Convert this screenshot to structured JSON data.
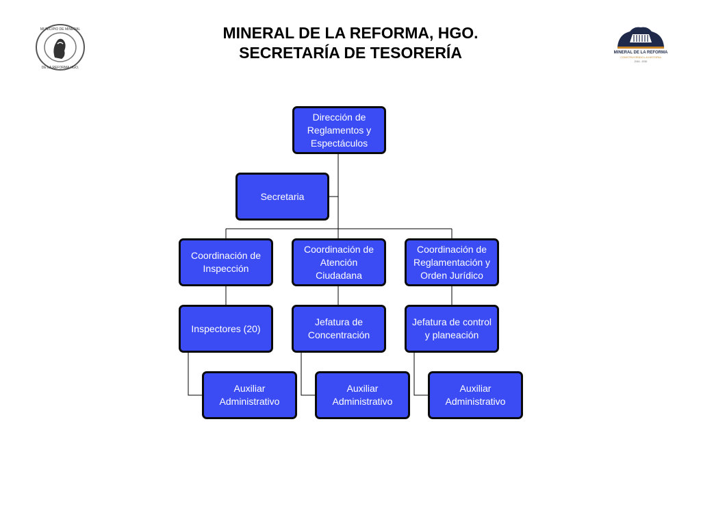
{
  "header": {
    "title_line1": "MINERAL DE LA REFORMA, HGO.",
    "title_line2": "SECRETARÍA DE TESORERÍA"
  },
  "logos": {
    "left": {
      "icon": "municipal-seal-icon",
      "text": "MUNICIPIO DE MINERAL DE LA REFORMA HGO."
    },
    "right": {
      "icon": "mineral-de-la-reforma-logo-icon",
      "text": "MINERAL DE LA REFORMA",
      "subtext": "CONSTRUYENDO LA HISTORIA",
      "years": "2016 - 2020"
    }
  },
  "colors": {
    "box_fill": "#3b4cf5",
    "box_border": "#0a0a0a",
    "text": "#ffffff"
  },
  "org": {
    "director": "Dirección de Reglamentos y Espectáculos",
    "secretary": "Secretaria",
    "coord_inspection": "Coordinación de Inspección",
    "coord_attention": "Coordinación de Atención Ciudadana",
    "coord_regulation": "Coordinación de Reglamentación y Orden Jurídico",
    "inspectors": "Inspectores (20)",
    "head_concentration": "Jefatura de Concentración",
    "head_control": "Jefatura de control y planeación",
    "aux_1": "Auxiliar Administrativo",
    "aux_2": "Auxiliar Administrativo",
    "aux_3": "Auxiliar Administrativo"
  }
}
